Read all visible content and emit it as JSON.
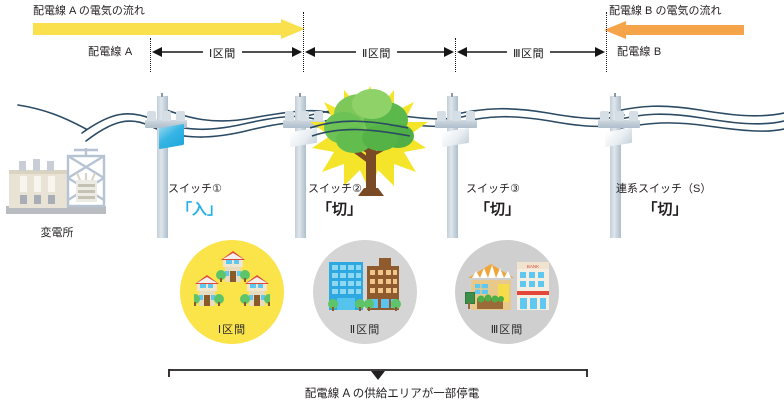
{
  "diagram": {
    "title_hidden": "",
    "flow_a": {
      "label": "配電線 A の電気の流れ",
      "arrow_color": "#fbe04e",
      "direction": "right"
    },
    "flow_b": {
      "label": "配電線 B の電気の流れ",
      "arrow_color": "#f6a44a",
      "direction": "left"
    },
    "line_a_label": "配電線 A",
    "line_b_label": "配電線 B",
    "segments": [
      {
        "label": "Ⅰ区間"
      },
      {
        "label": "Ⅱ区間"
      },
      {
        "label": "Ⅲ区間"
      }
    ],
    "substation": {
      "label": "変電所"
    },
    "switches": [
      {
        "name": "スイッチ①",
        "state": "「入」",
        "state_color": "#27b0e6",
        "box_state": "on"
      },
      {
        "name": "スイッチ②",
        "state": "「切」",
        "state_color": "#231f20",
        "box_state": "off"
      },
      {
        "name": "スイッチ③",
        "state": "「切」",
        "state_color": "#231f20",
        "box_state": "off"
      },
      {
        "name": "連系スイッチ（S）",
        "state": "「切」",
        "state_color": "#231f20",
        "box_state": "off"
      }
    ],
    "zones": [
      {
        "name": "Ⅰ区間",
        "circle_color": "#fbe34a",
        "status": "energized",
        "icon": "houses-icon"
      },
      {
        "name": "Ⅱ区間",
        "circle_color": "#d5d5d5",
        "status": "outage",
        "icon": "office-buildings-icon"
      },
      {
        "name": "Ⅲ区間",
        "circle_color": "#cfcfcf",
        "status": "outage",
        "icon": "shops-icon"
      }
    ],
    "fault": {
      "icon": "tree-fault-icon",
      "burst_color": "#f5e52a"
    },
    "bottom_caption": "配電線 A の供給エリアが一部停電"
  }
}
